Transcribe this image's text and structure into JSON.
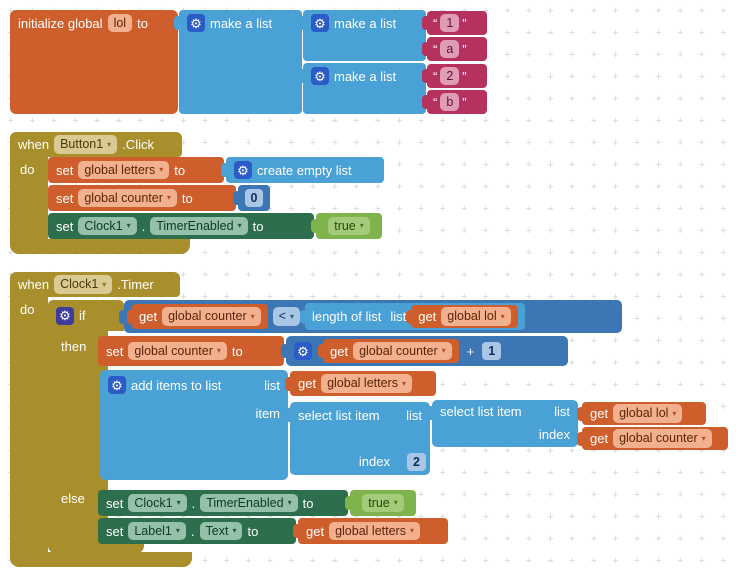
{
  "icons": {
    "gear": "⚙",
    "dropdown": "▾"
  },
  "kw": {
    "when": "when",
    "do": "do",
    "set": "set",
    "to": "to",
    "get": "get",
    "if": "if",
    "then": "then",
    "else": "else",
    "item": "item",
    "index": "index",
    "list": "list",
    "dot": ".",
    "plus": "+",
    "open_quote": "“",
    "close_quote": "”"
  },
  "init_block": {
    "keyword": "initialize global",
    "name": "lol",
    "make_a_list": "make a list",
    "values": [
      "1",
      "a",
      "2",
      "b"
    ]
  },
  "button_click": {
    "component": "Button1",
    "event": ".Click",
    "set_letters": {
      "var": "global letters",
      "value": "create empty list"
    },
    "set_counter": {
      "var": "global counter",
      "value": "0"
    },
    "set_timer": {
      "component": "Clock1",
      "property": "TimerEnabled",
      "value": "true"
    }
  },
  "clock_timer": {
    "component": "Clock1",
    "event": ".Timer",
    "condition": {
      "left_var": "global counter",
      "operator": "<",
      "length_label": "length of list",
      "right_var": "global lol"
    },
    "increment": {
      "var": "global counter",
      "get_var": "global counter",
      "one": "1"
    },
    "add_items": {
      "label": "add items to list",
      "list_var": "global letters",
      "select_label": "select list item",
      "inner_list_var": "global lol",
      "inner_index_var": "global counter",
      "outer_index": "2"
    },
    "else_timer": {
      "component": "Clock1",
      "property": "TimerEnabled",
      "value": "true"
    },
    "else_label": {
      "component": "Label1",
      "property": "Text",
      "var": "global letters"
    }
  },
  "colors": {
    "variables": "#CE5F2D",
    "lists": "#4AA1D5",
    "math": "#3D76B5",
    "text": "#B5325E",
    "events_control": "#A98E2C",
    "component_set": "#2D6E4D",
    "logic": "#7FB44D",
    "mutator_chip": "#2B5BC7",
    "grid": "#d7d7d7"
  }
}
